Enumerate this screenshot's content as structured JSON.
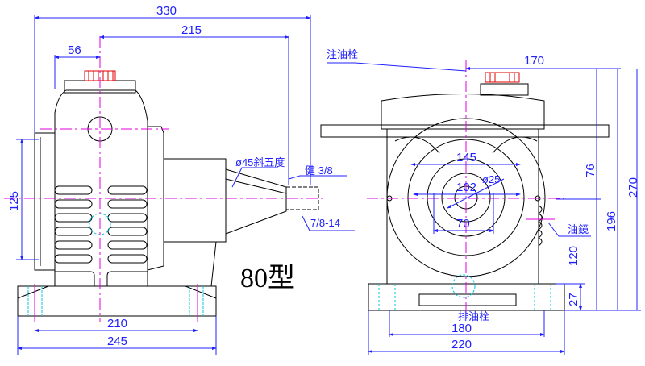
{
  "title": "80型",
  "side_view": {
    "dims": {
      "overall_length": "330",
      "shaft_to_end": "215",
      "offset": "56",
      "flange_height": "125",
      "base_hole_span": "210",
      "base_length": "245"
    },
    "notes": {
      "input_shaft": "ø45斜五度",
      "key": "健 3/8",
      "thread": "7/8-14"
    }
  },
  "front_view": {
    "dims": {
      "shaft_offset": "170",
      "bolt_circle": "145",
      "pilot": "102",
      "bore": "ø25",
      "inner": "70",
      "upper_height": "76",
      "center_height": "196",
      "total_height": "270",
      "lower_height": "120",
      "base_height": "27",
      "base_hole_span": "180",
      "base_width": "220"
    },
    "notes": {
      "oil_fill_plug": "注油栓",
      "oil_sight_glass": "油鏡",
      "oil_drain_plug": "排油栓"
    }
  },
  "colors": {
    "dimension": "#2020ff",
    "centerline": "#e000e0",
    "hidden": "#00c8e0",
    "knob": "#e00000"
  }
}
